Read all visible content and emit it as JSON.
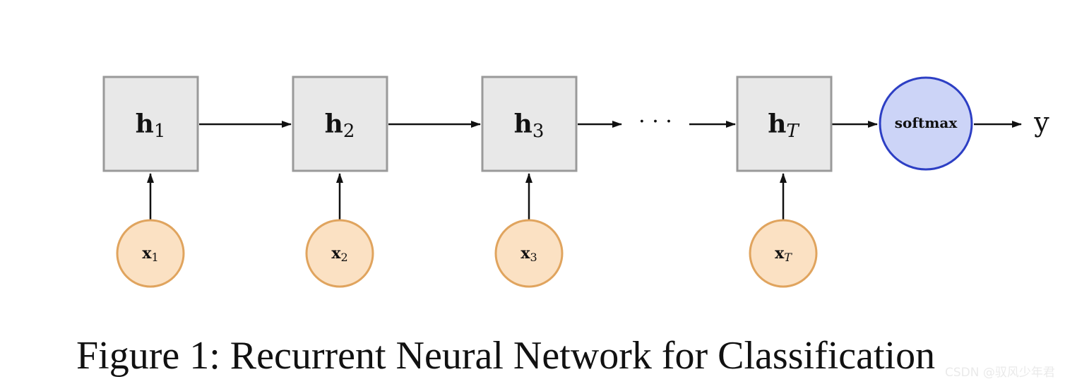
{
  "diagram": {
    "hidden_nodes": [
      {
        "id": "h1",
        "base": "h",
        "sub": "1"
      },
      {
        "id": "h2",
        "base": "h",
        "sub": "2"
      },
      {
        "id": "h3",
        "base": "h",
        "sub": "3"
      },
      {
        "id": "hT",
        "base": "h",
        "sub": "T"
      }
    ],
    "input_nodes": [
      {
        "id": "x1",
        "base": "x",
        "sub": "1"
      },
      {
        "id": "x2",
        "base": "x",
        "sub": "2"
      },
      {
        "id": "x3",
        "base": "x",
        "sub": "3"
      },
      {
        "id": "xT",
        "base": "x",
        "sub": "T"
      }
    ],
    "ellipsis": "· · ·",
    "softmax_label": "softmax",
    "output_label": "y",
    "caption": "Figure 1: Recurrent Neural Network for Classification",
    "watermark": "CSDN @驭风少年君",
    "colors": {
      "hidden_fill": "#e8e8e8",
      "hidden_stroke": "#9a9a9a",
      "input_fill": "#fbe1c3",
      "input_stroke": "#e0a45e",
      "softmax_fill": "#ccd4f7",
      "softmax_stroke": "#2d3fc4",
      "arrow": "#111111"
    }
  }
}
